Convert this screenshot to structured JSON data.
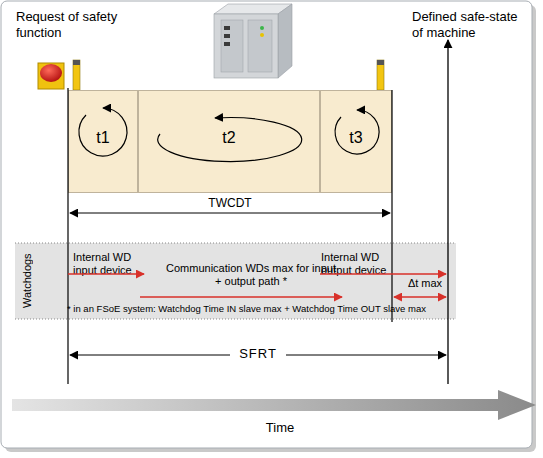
{
  "diagram": {
    "nodes": [
      {
        "text": [
          "t1"
        ]
      },
      {
        "text": [
          "t2"
        ]
      },
      {
        "text": [
          "t3"
        ]
      },
      {
        "text": [
          "Watchdogs",
          "Internal WD input device",
          "Communication WDs max for input + output path *",
          "Internal WD output device",
          "Δt max",
          "* in an FSoE system: Watchdog Time IN slave max + Watchdog Time OUT slave max"
        ]
      }
    ],
    "labels": [
      "Request of safety function",
      "Defined safe-state of machine",
      "TWCDT",
      "SFRT",
      "Time"
    ]
  }
}
